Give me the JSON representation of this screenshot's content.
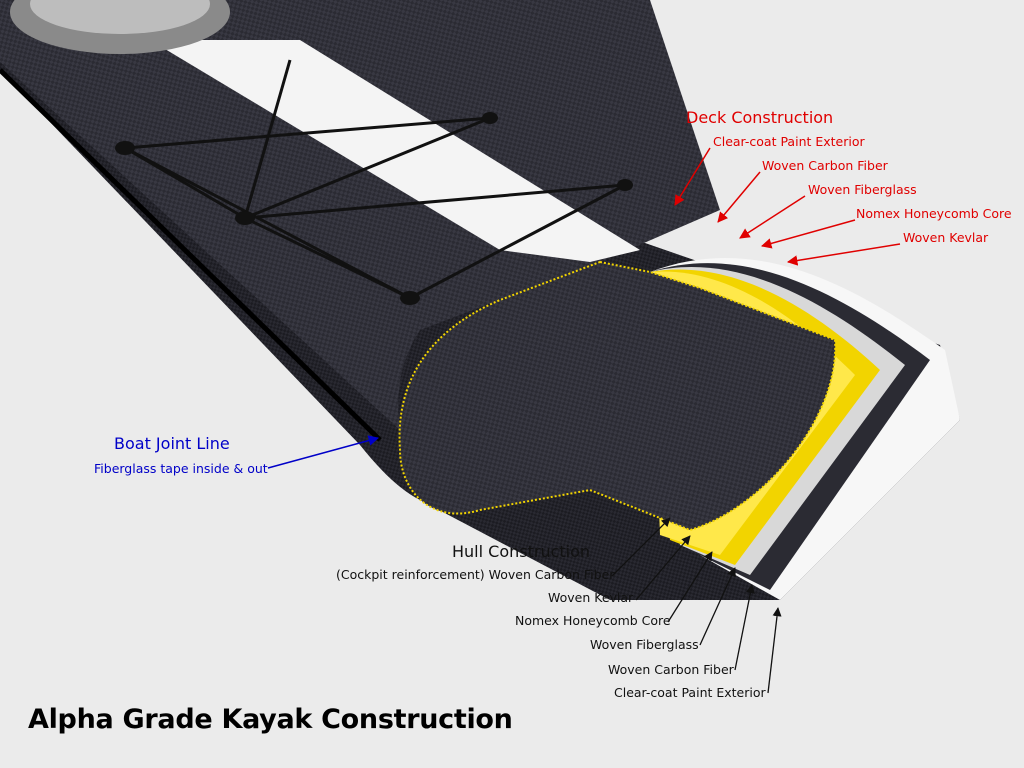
{
  "title": "Alpha Grade Kayak Construction",
  "deck": {
    "heading": "Deck Construction",
    "layers": [
      "Clear-coat Paint Exterior",
      "Woven Carbon Fiber",
      "Woven Fiberglass",
      "Nomex Honeycomb Core",
      "Woven Kevlar"
    ]
  },
  "joint": {
    "heading": "Boat Joint Line",
    "note": "Fiberglass tape inside & out"
  },
  "hull": {
    "heading": "Hull Construction",
    "layers": [
      "(Cockpit reinforcement) Woven Carbon Fiber",
      "Woven Kevlar",
      "Nomex Honeycomb Core",
      "Woven Fiberglass",
      "Woven Carbon Fiber",
      "Clear-coat Paint Exterior"
    ]
  },
  "colors": {
    "deck_labels": "#e00000",
    "joint_labels": "#0000c8",
    "hull_labels": "#111111",
    "carbon": "#2b2b33",
    "kevlar": "#f2d400",
    "fiberglass": "#d8d8d8",
    "clearcoat": "#f7f7f7",
    "background": "#ebebeb"
  }
}
